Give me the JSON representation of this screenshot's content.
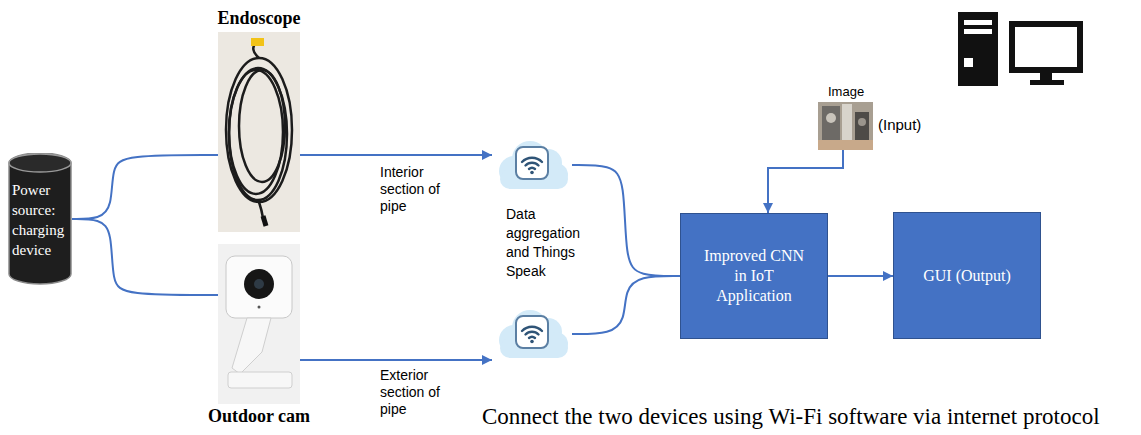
{
  "diagram": {
    "caption": "Connect the two devices using Wi-Fi software via internet protocol",
    "nodes": [
      {
        "text": [
          "Power source: charging device"
        ]
      },
      {
        "text": [
          "Endoscope"
        ]
      },
      {
        "text": [
          "Outdoor cam"
        ]
      },
      {
        "text": [
          "Data aggregation and Things Speak"
        ]
      },
      {
        "text": []
      },
      {
        "text": [
          "Image",
          "(Input)"
        ]
      },
      {
        "text": [
          "Improved CNN in IoT Application"
        ]
      },
      {
        "text": [
          "GUI (Output)"
        ]
      }
    ],
    "edges": [
      {
        "from": 0,
        "to": 1,
        "arrow": "none"
      },
      {
        "from": 0,
        "to": 2,
        "arrow": "none"
      },
      {
        "from": 1,
        "to": 3,
        "label": "Interior section of pipe",
        "arrow": "to"
      },
      {
        "from": 2,
        "to": 4,
        "label": "Exterior section of pipe",
        "arrow": "to"
      },
      {
        "from": 3,
        "to": 6,
        "arrow": "none"
      },
      {
        "from": 4,
        "to": 6,
        "arrow": "none"
      },
      {
        "from": 5,
        "to": 6,
        "arrow": "to"
      },
      {
        "from": 6,
        "to": 7,
        "arrow": "to"
      }
    ]
  }
}
